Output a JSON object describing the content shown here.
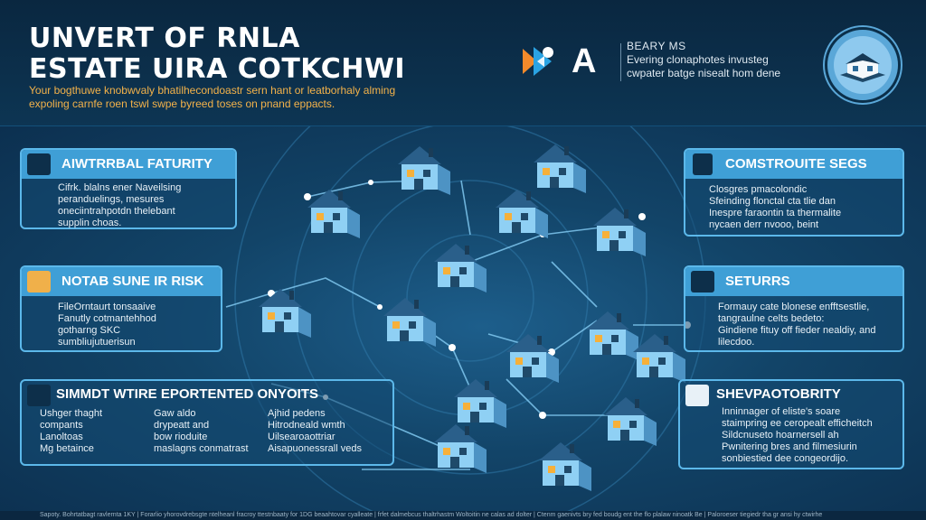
{
  "header": {
    "title_line1": "UNVERT OF RNLA",
    "title_line2": "ESTATE UIRA COTKCHWI",
    "subtitle_line1": "Your bogthuwe knobwvaly bhatilhecondoastr sern hant or leatborhaly alming",
    "subtitle_line2": "expoling carnfe roen tswl swpe byreed toses on pnand eppacts."
  },
  "brand": {
    "mark_letter": "A",
    "name": "BEARY MS",
    "tagline_line1": "Evering clonaphotes invusteg",
    "tagline_line2": "cwpater batge nisealt hom dene"
  },
  "cards": {
    "top_left": {
      "title": "AIWTRRBAL FATURITY",
      "lines": [
        "Cifrk. blalns ener Naveilsing",
        "peranduelings, mesures",
        "oneciintrahpotdn thelebant",
        "supplin choas."
      ]
    },
    "mid_left": {
      "title": "NOTAB SUNE IR RISK",
      "lines": [
        "FileOrntaurt tonsaaive",
        "Fanutly cotmantehhod",
        "gotharng SKC",
        "sumbliujutuerisun"
      ]
    },
    "bottom": {
      "title": "SIMMDT WTIRE EPORTENTED ONYOITS",
      "col1": [
        "Ushger thaght",
        "compants",
        "Lanoltoas",
        "Mg betaince"
      ],
      "col2": [
        "Gaw aldo",
        "drypeatt and",
        "bow rioduite",
        "maslagns conmatrast"
      ],
      "col3": [
        "Ajhid pedens",
        "Hitrodneald wmth",
        "Uilsearoaottriar",
        "Aisapuonessrall veds"
      ]
    },
    "top_right": {
      "title": "COMSTROUITE SEGS",
      "lines": [
        "Closgres pmacolondic",
        "Sfeinding flonctal cta tlie dan",
        "Inespre faraontin ta thermalite",
        "nycaen derr nvooo, beint"
      ]
    },
    "mid_right": {
      "title": "SETURRS",
      "lines": [
        "Formauy cate blonese enfftsestlie,",
        "tangraulne celts bedeto:",
        "Gindiene fituy off fieder nealdiy, and",
        "lilecdoo."
      ]
    },
    "bottom_right": {
      "title": "SHEVPAOTOBRITY",
      "lines": [
        "Inninnager of eliste's soare",
        "staimpring ee ceropealt efficheitch",
        "Sildcnuseto hoarnersell ah",
        "Pwnitering bres and filmesiurin",
        "sonbiestied dee congeordijo."
      ]
    }
  },
  "footer": {
    "text": "Sapoty. Bohrtatbagt ravlernta 1KY  |  Forarlio yhorovdrebsgte ntelheanl fracroy ttestnbaaty for 1DG beaahtovar cyalleate  |  frfet dalmebcus thaltrhastm Woltoitin ne calas ad dolter  |  Ctenm gaenivts bry fed boudg ent the flo plalaw ninoatk Be  |  Paloroeser tiegiedr tha gr ansi hy ctwirhe"
  },
  "colors": {
    "background": "#0b2f4a",
    "card_header": "#3f9fd6",
    "card_border": "#5cb8ea",
    "accent_orange": "#f3b24a",
    "window_light": "#f6b03a"
  }
}
